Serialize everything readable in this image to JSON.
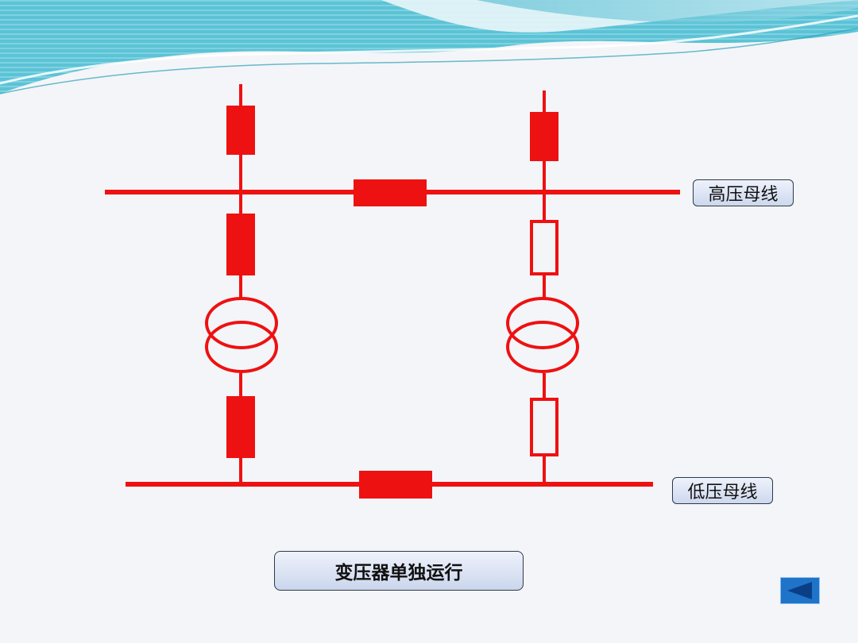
{
  "labels": {
    "high_bus": "高压母线",
    "low_bus": "低压母线",
    "caption": "变压器单独运行"
  },
  "colors": {
    "line": "#ee1111",
    "wave_blue": "#3fb3cc",
    "nav_button": "#1f74c9"
  },
  "icons": {
    "nav": "triangle-left-icon"
  }
}
